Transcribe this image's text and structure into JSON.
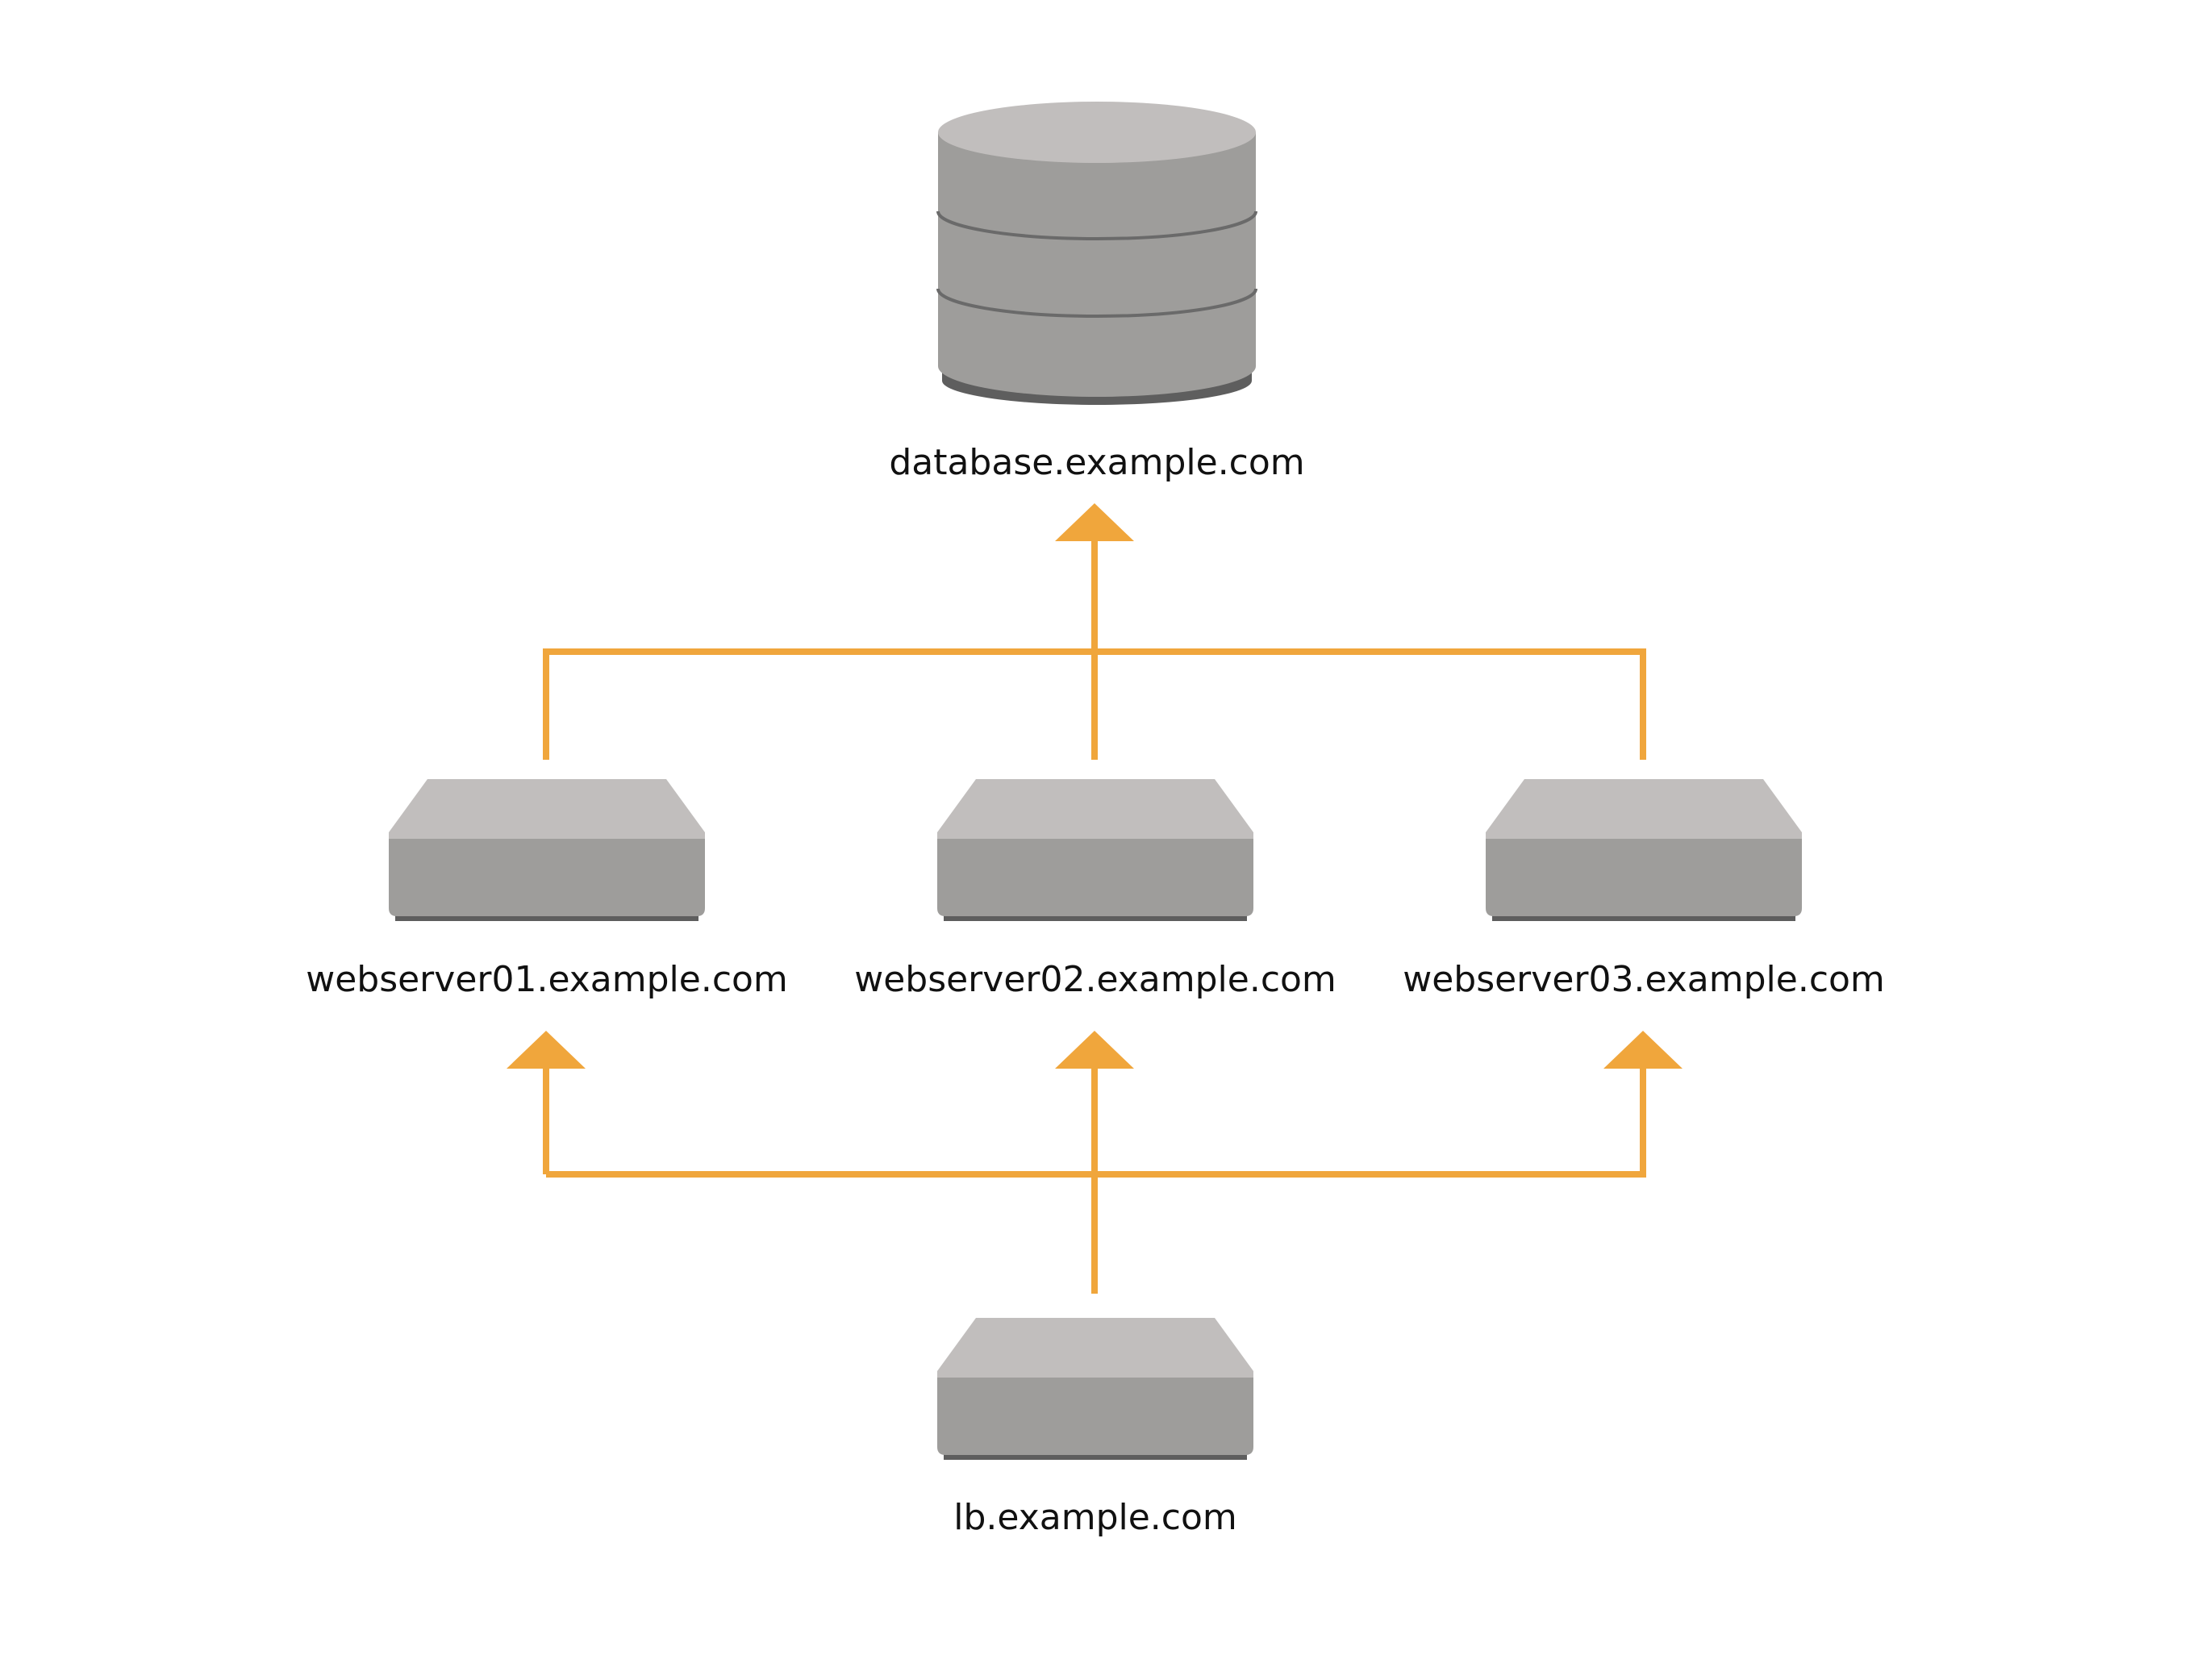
{
  "diagram": {
    "nodes": {
      "database": {
        "label": "database.example.com",
        "kind": "database-icon"
      },
      "web01": {
        "label": "webserver01.example.com",
        "kind": "server-icon"
      },
      "web02": {
        "label": "webserver02.example.com",
        "kind": "server-icon"
      },
      "web03": {
        "label": "webserver03.example.com",
        "kind": "server-icon"
      },
      "lb": {
        "label": "lb.example.com",
        "kind": "server-icon"
      }
    },
    "edges": [
      {
        "from": "lb",
        "to": "web01"
      },
      {
        "from": "lb",
        "to": "web02"
      },
      {
        "from": "lb",
        "to": "web03"
      },
      {
        "from": "web01",
        "to": "database"
      },
      {
        "from": "web02",
        "to": "database"
      },
      {
        "from": "web03",
        "to": "database"
      }
    ]
  },
  "colors": {
    "connector": "#f0a63c",
    "device_top": "#c1bebd",
    "device_body": "#9e9d9b",
    "device_base": "#5e5e5e",
    "db_ring": "#6a6a6a",
    "label": "#111111"
  }
}
